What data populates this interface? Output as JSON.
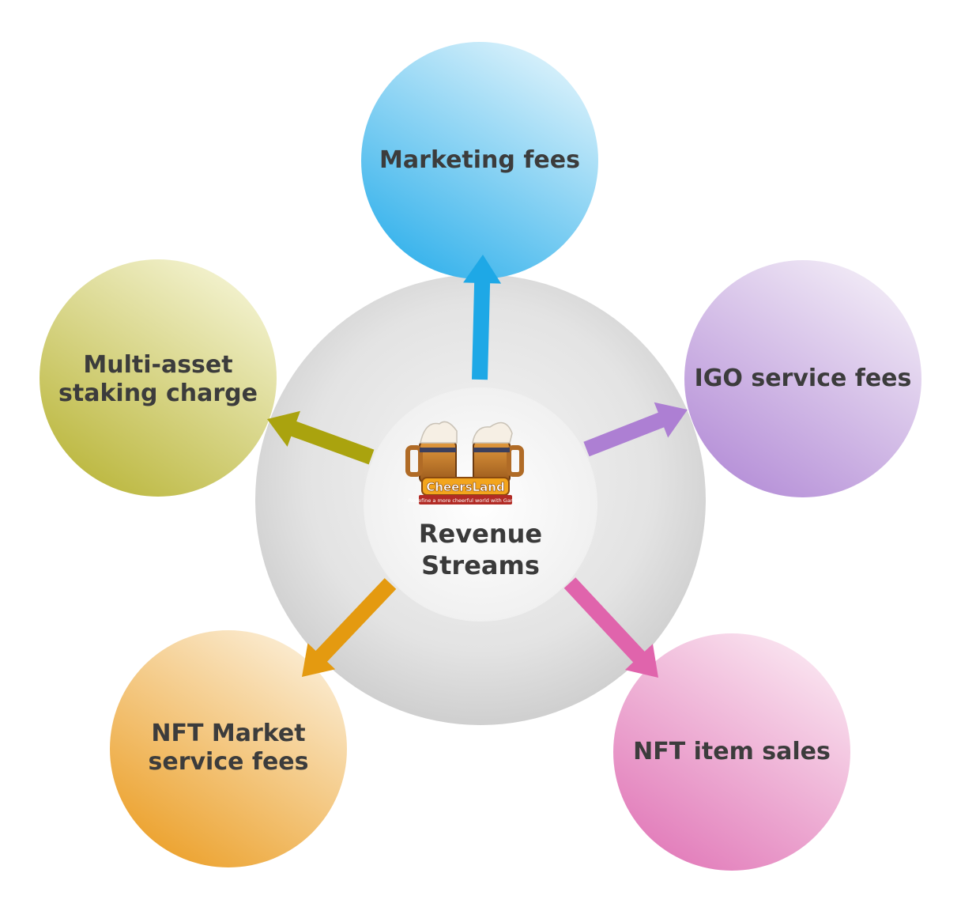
{
  "hub": {
    "title_line1": "Revenue",
    "title_line2": "Streams",
    "logo": {
      "name": "CheersLand",
      "tagline": "Redefine a more cheerful world with GameFi"
    }
  },
  "nodes": [
    {
      "id": "marketing",
      "line1": "Marketing fees",
      "line2": "",
      "color": "#4fb9ea"
    },
    {
      "id": "igo",
      "line1": "IGO service fees",
      "line2": "",
      "color": "#b792d6"
    },
    {
      "id": "nft-item",
      "line1": "NFT item sales",
      "line2": "",
      "color": "#e27ab8"
    },
    {
      "id": "nft-market",
      "line1": "NFT Market",
      "line2": "service fees",
      "color": "#eca12e"
    },
    {
      "id": "staking",
      "line1": "Multi-asset",
      "line2": "staking charge",
      "color": "#b8b43c"
    }
  ],
  "arrow_colors": {
    "marketing": "#1ea8e6",
    "igo": "#ad7fd3",
    "nft-item": "#e064ac",
    "nft-market": "#e49a10",
    "staking": "#aaa30e"
  }
}
